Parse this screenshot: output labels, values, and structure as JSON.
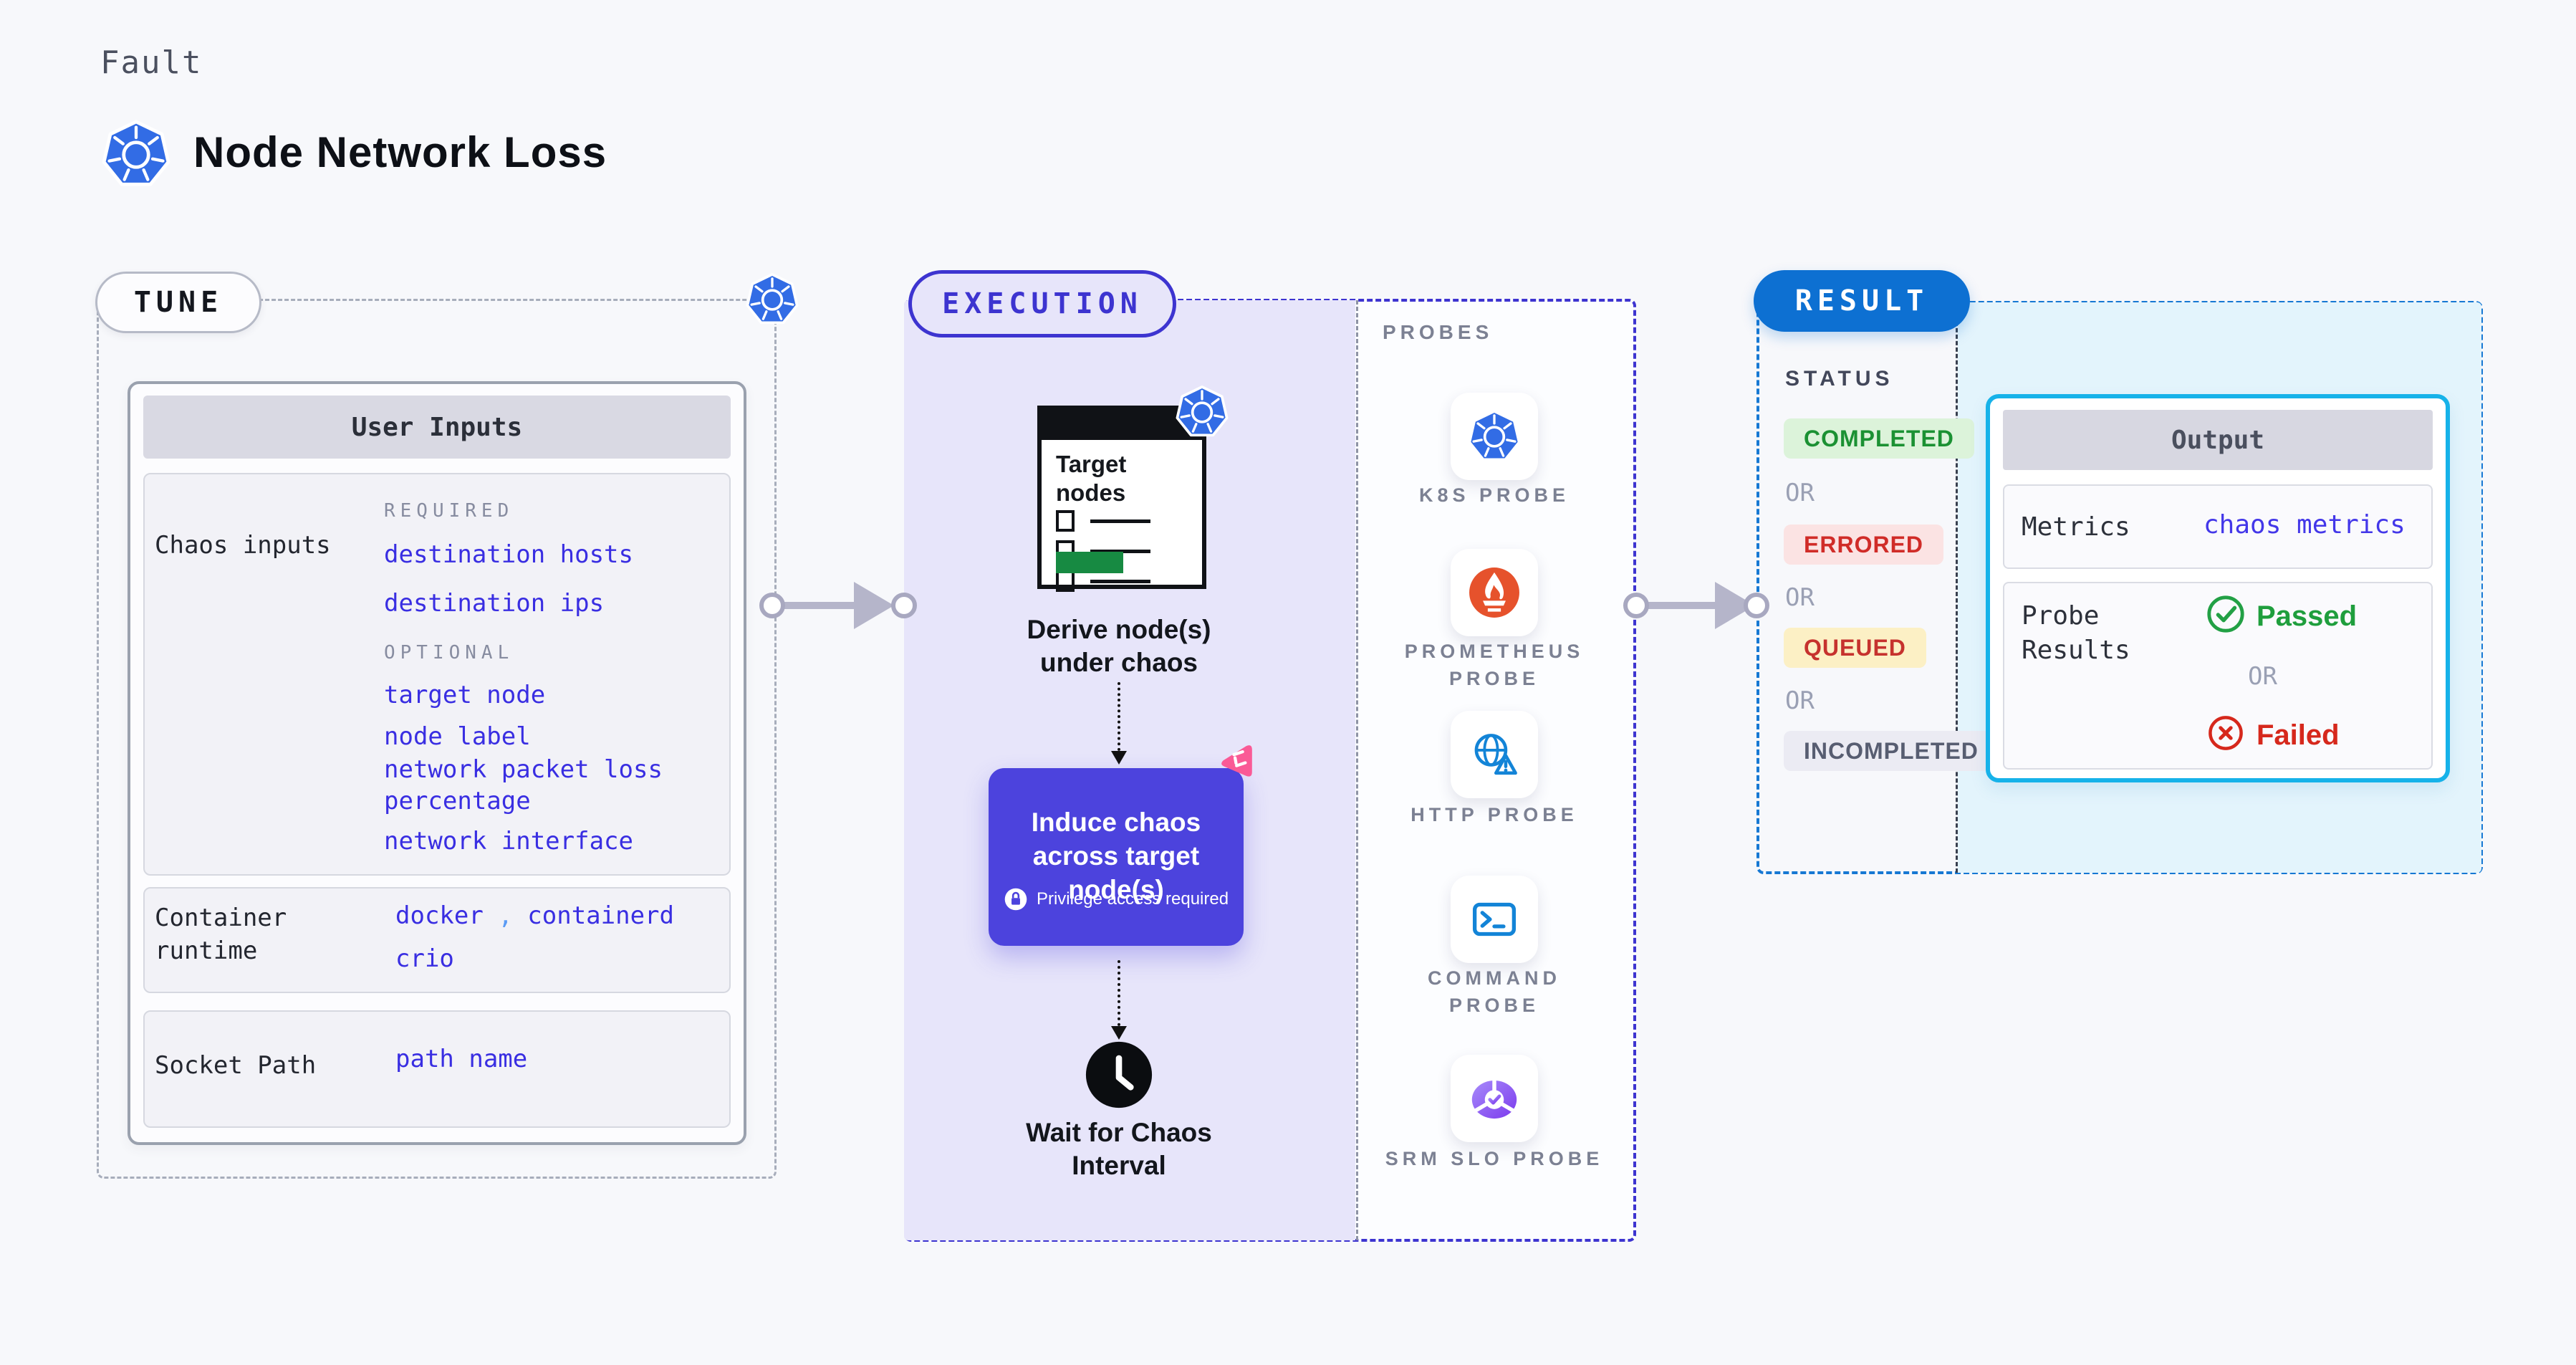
{
  "header": {
    "kicker": "Fault",
    "title": "Node Network Loss"
  },
  "tune": {
    "badge": "TUNE",
    "user_inputs": {
      "title": "User Inputs",
      "chaos_inputs": {
        "label": "Chaos inputs",
        "required_title": "REQUIRED",
        "required": [
          "destination hosts",
          "destination ips"
        ],
        "optional_title": "OPTIONAL",
        "optional": [
          "target node",
          "node label",
          "network packet loss percentage",
          "network interface"
        ]
      },
      "container_runtime": {
        "label": "Container runtime",
        "values": [
          "docker",
          "containerd",
          "crio"
        ],
        "separator": ","
      },
      "socket_path": {
        "label": "Socket Path",
        "value": "path name"
      }
    }
  },
  "execution": {
    "badge": "EXECUTION",
    "steps": [
      {
        "label": "Target nodes"
      },
      {
        "label": "Derive node(s) under chaos"
      },
      {
        "label": "Induce chaos across target node(s)",
        "note": "Privilege access required"
      },
      {
        "label": "Wait for Chaos Interval"
      }
    ],
    "probes": {
      "title": "PROBES",
      "items": [
        {
          "label": "K8S PROBE",
          "icon": "kubernetes-icon"
        },
        {
          "label": "PROMETHEUS PROBE",
          "icon": "prometheus-icon"
        },
        {
          "label": "HTTP PROBE",
          "icon": "globe-alert-icon"
        },
        {
          "label": "COMMAND PROBE",
          "icon": "terminal-icon"
        },
        {
          "label": "SRM SLO PROBE",
          "icon": "slo-gauge-icon"
        }
      ]
    }
  },
  "result": {
    "badge": "RESULT",
    "status_title": "STATUS",
    "or_label": "OR",
    "statuses": [
      {
        "label": "COMPLETED",
        "color": "#1b9133",
        "bg": "#dcf3da"
      },
      {
        "label": "ERRORED",
        "color": "#d02c28",
        "bg": "#fbe3e3"
      },
      {
        "label": "QUEUED",
        "color": "#c6322e",
        "bg": "#fcf0c5"
      },
      {
        "label": "INCOMPLETED",
        "color": "#575d71",
        "bg": "#ebebf3"
      }
    ],
    "output": {
      "title": "Output",
      "metrics_label": "Metrics",
      "metrics_value": "chaos metrics",
      "probe_results_label": "Probe Results",
      "passed": "Passed",
      "failed": "Failed"
    }
  },
  "colors": {
    "page_bg": "#f7f8fb",
    "kubernetes_blue": "#326ce5",
    "execution_indigo": "#3d34d0",
    "execution_fill": "#e7e5fa",
    "induce_box": "#4c43dd",
    "litmus_pink": "#fa5a96",
    "result_blue": "#0d70d2",
    "result_fill": "#e3f4fc",
    "output_border": "#16b2e9",
    "link_indigo": "#392ee2",
    "passed_green": "#1f9e3d",
    "failed_red": "#d6281c",
    "prometheus_orange": "#e6522c",
    "arrow_gray": "#b5b5ca"
  }
}
